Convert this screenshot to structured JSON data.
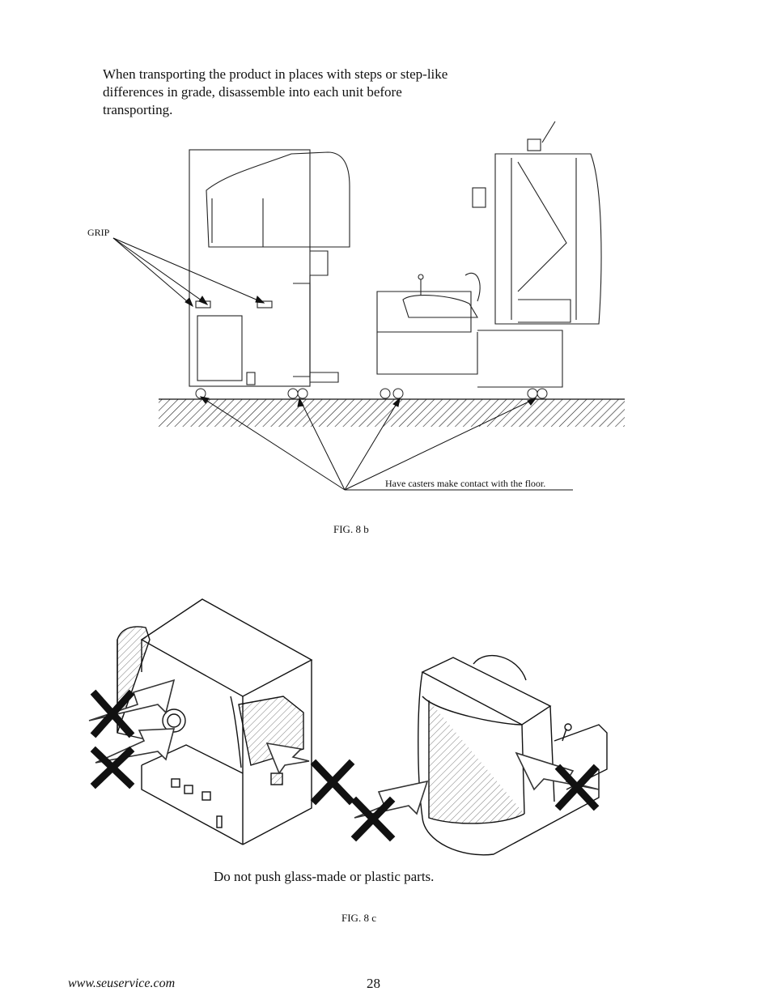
{
  "intro": {
    "lines": [
      "When transporting the product in places with steps or step-like",
      "differences in grade, disassemble into each unit before",
      "transporting."
    ]
  },
  "fig8b": {
    "grip_label": "GRIP",
    "caster_label": "Have casters make contact with the floor.",
    "caption": "FIG. 8 b"
  },
  "fig8c": {
    "warning": "Do not push glass-made or plastic parts.",
    "caption": "FIG. 8 c"
  },
  "footer": {
    "url": "www.seuservice.com",
    "page_number": "28"
  }
}
